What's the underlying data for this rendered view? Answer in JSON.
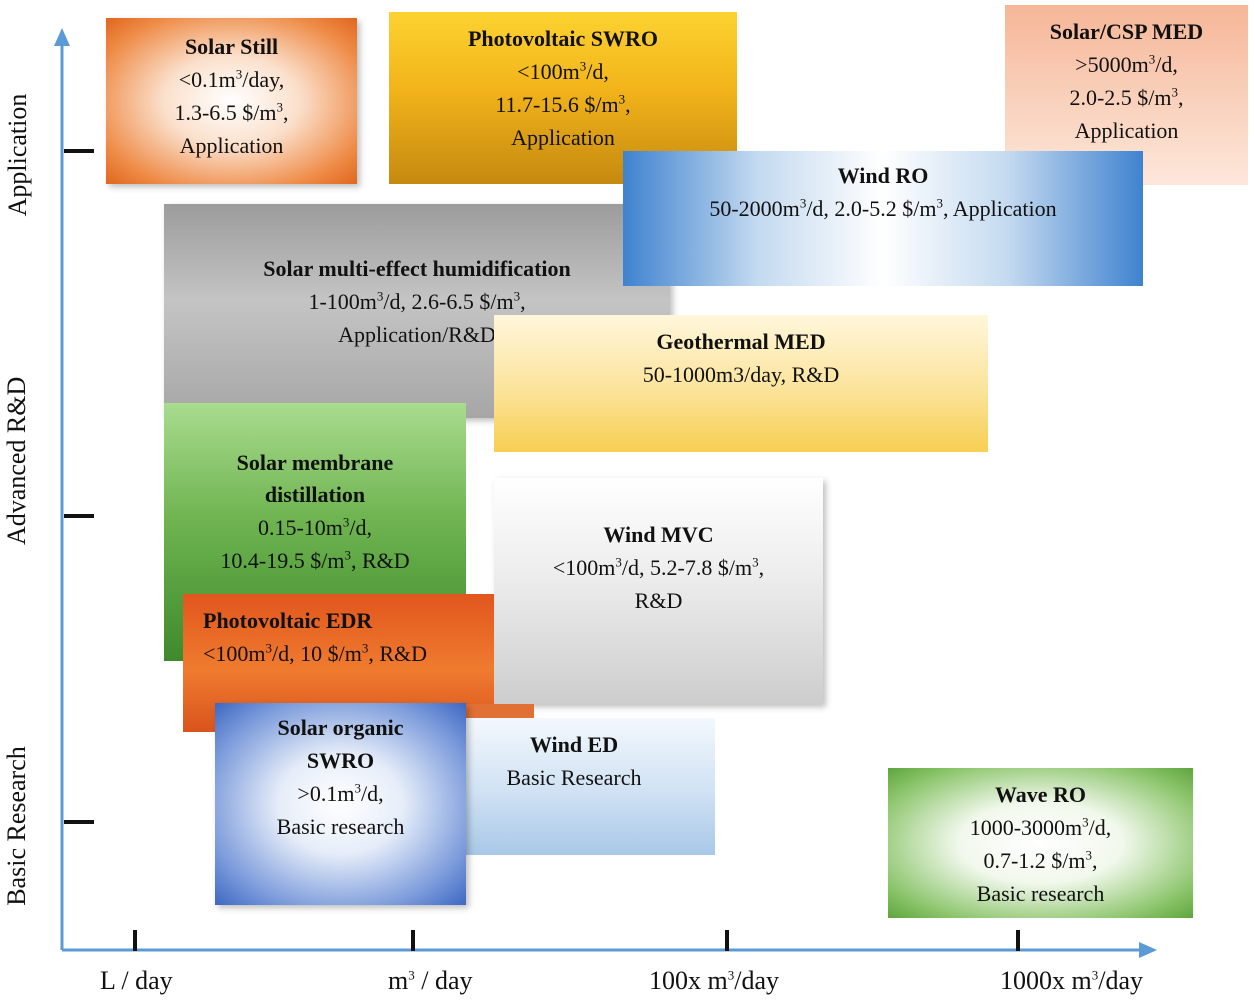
{
  "axes": {
    "y_labels": [
      "Basic Research",
      "Advanced R&D",
      "Application"
    ],
    "x_labels": [
      "L / day",
      "m3 / day",
      "100x m3/day",
      "1000x m3/day"
    ]
  },
  "boxes": {
    "solar_still": {
      "title": "Solar Still",
      "lines": [
        "<0.1m3/day,",
        "1.3-6.5 $/m3,",
        "Application"
      ]
    },
    "pv_swro": {
      "title": "Photovoltaic SWRO",
      "lines": [
        "<100m3/d,",
        "11.7-15.6 $/m3,",
        "Application"
      ]
    },
    "solar_csp_med": {
      "title": "Solar/CSP MED",
      "lines": [
        ">5000m3/d,",
        "2.0-2.5 $/m3,",
        "Application"
      ]
    },
    "wind_ro": {
      "title": "Wind RO",
      "lines": [
        "50-2000m3/d, 2.0-5.2 $/m3, Application"
      ]
    },
    "solar_meh": {
      "title": "Solar multi-effect humidification",
      "lines": [
        "1-100m3/d, 2.6-6.5 $/m3,",
        "Application/R&D"
      ]
    },
    "geothermal_med": {
      "title": "Geothermal MED",
      "lines": [
        "50-1000m3/day, R&D"
      ]
    },
    "solar_md": {
      "title": "Solar membrane distillation",
      "lines": [
        "0.15-10m3/d,",
        "10.4-19.5 $/m3, R&D"
      ]
    },
    "wind_mvc": {
      "title": "Wind MVC",
      "lines": [
        "<100m3/d, 5.2-7.8 $/m3,",
        "R&D"
      ]
    },
    "pv_edr": {
      "title": "Photovoltaic EDR",
      "lines": [
        "<100m3/d, 10 $/m3, R&D"
      ]
    },
    "solar_organic_swro": {
      "title": "Solar organic SWRO",
      "lines": [
        ">0.1m3/d,",
        "Basic research"
      ]
    },
    "wind_ed": {
      "title": "Wind ED",
      "lines": [
        "Basic Research"
      ]
    },
    "wave_ro": {
      "title": "Wave RO",
      "lines": [
        "1000-3000m3/d,",
        "0.7-1.2 $/m3,",
        "Basic research"
      ]
    }
  },
  "colors": {
    "axis": "#5b9bd5",
    "solar_still": "#e8742a",
    "pv_swro": "#f2b21c",
    "csp": "#f4a988",
    "wind_ro": "#3a7cc8",
    "meh": "#8c8c8c",
    "geothermal": "#f7d45a",
    "md": "#4f9a38",
    "mvc": "#bdbdbd",
    "edr": "#d9541c",
    "organic": "#3d67c2",
    "ed": "#a8c8e8",
    "wave": "#5ea53d"
  }
}
